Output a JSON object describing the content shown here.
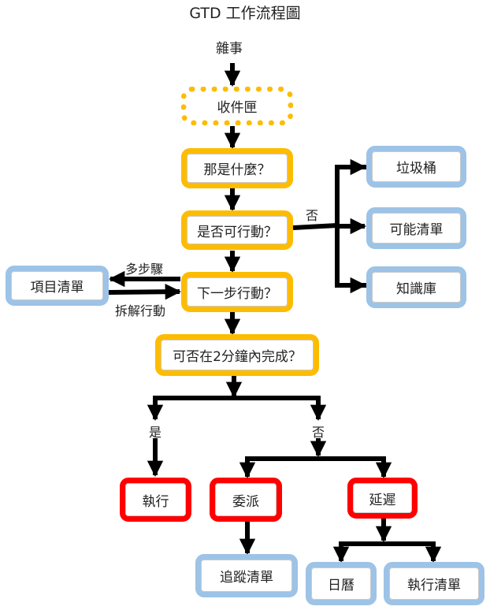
{
  "title": "GTD 工作流程圖",
  "colors": {
    "process": "#fdbc00",
    "list": "#9dc3e6",
    "action": "#fe0000",
    "arrow": "#000000"
  },
  "nodes": {
    "stuff": "雜事",
    "inbox": "收件匣",
    "what_is_it": "那是什麼？",
    "actionable": "是否可行動？",
    "next_action": "下一步行動？",
    "projects": "項目清單",
    "trash": "垃圾桶",
    "someday": "可能清單",
    "reference": "知識庫",
    "two_minutes": "可否在2分鐘內完成？",
    "do_it": "執行",
    "delegate": "委派",
    "defer": "延遲",
    "waiting_for": "追蹤清單",
    "calendar": "日曆",
    "next_actions_list": "執行清單"
  },
  "edge_labels": {
    "not_actionable": "否",
    "multi_step": "多步驟",
    "break_down": "拆解行動",
    "yes": "是",
    "no": "否"
  }
}
